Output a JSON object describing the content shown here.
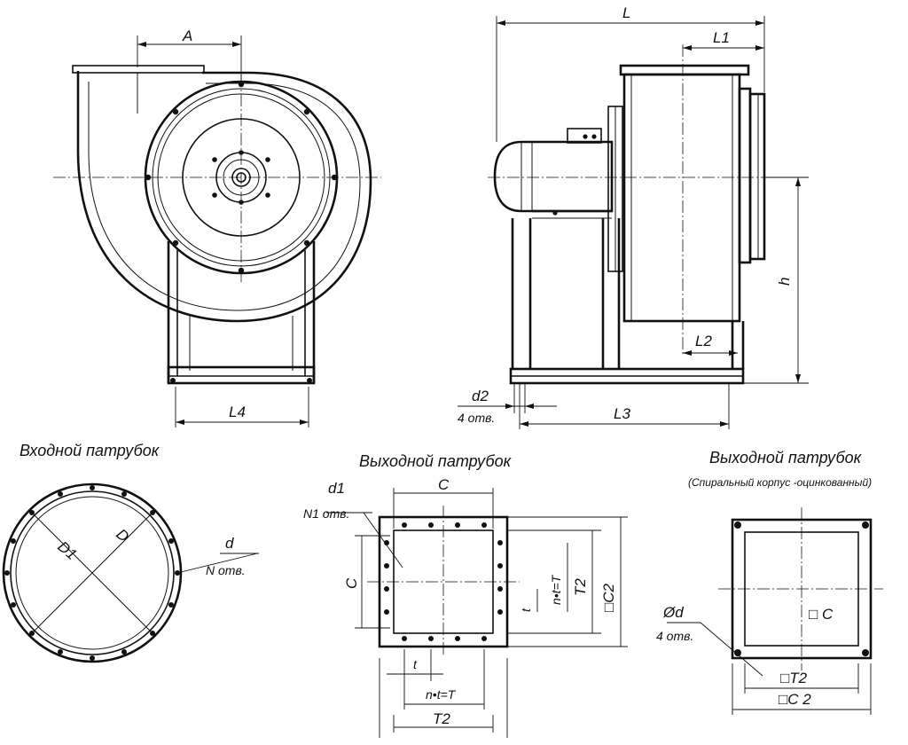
{
  "dims": {
    "A": "A",
    "L": "L",
    "L1": "L1",
    "L2": "L2",
    "L3": "L3",
    "L4": "L4",
    "h": "h",
    "d2": "d2",
    "holes4": "4 отв.",
    "D1": "D1",
    "D": "D",
    "d": "d",
    "Nholes": "N отв.",
    "d1": "d1",
    "N1holes": "N1 отв.",
    "C": "C",
    "C2": "□C2",
    "T2": "T2",
    "t": "t",
    "ntT": "n•t=T",
    "sqC": "□ C",
    "sqT2": "□T2",
    "sqC2": "□C 2",
    "Od": "Ød",
    "holes4b": "4 отв."
  },
  "titles": {
    "inlet": "Входной патрубок",
    "outlet": "Выходной патрубок",
    "outlet2": "Выходной патрубок",
    "outlet2_note": "(Спиральный корпус -оцинкованный)"
  },
  "colors": {
    "line": "#111111",
    "background": "#ffffff"
  }
}
